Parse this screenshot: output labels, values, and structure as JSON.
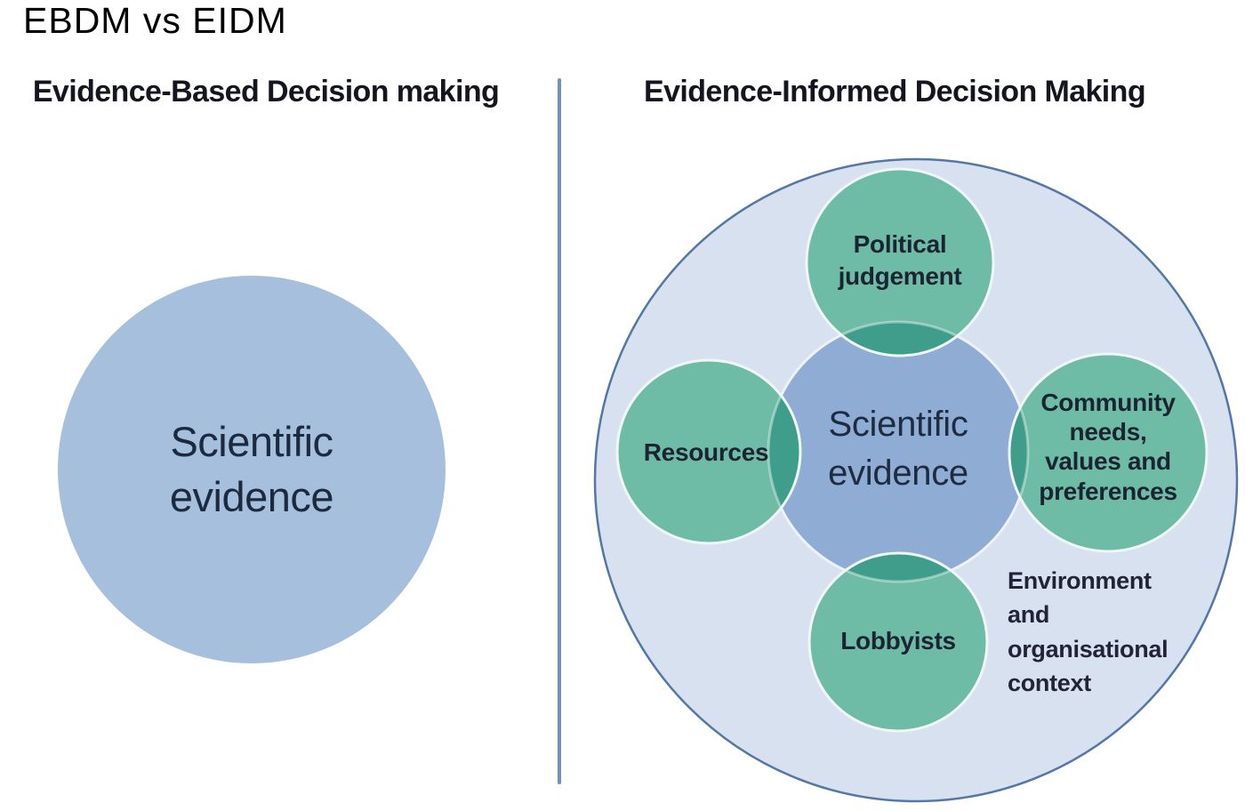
{
  "page": {
    "title": "EBDM vs EIDM"
  },
  "left_panel": {
    "header": "Evidence-Based Decision making",
    "circle": {
      "lines": [
        "Scientific",
        "evidence"
      ]
    }
  },
  "right_panel": {
    "header": "Evidence-Informed Decision Making",
    "center_circle": {
      "lines": [
        "Scientific",
        "evidence"
      ]
    },
    "satellites": [
      {
        "name": "political-judgement",
        "lines": [
          "Political",
          "judgement"
        ]
      },
      {
        "name": "resources",
        "lines": [
          "Resources"
        ]
      },
      {
        "name": "community-needs",
        "lines": [
          "Community",
          "needs,",
          "values and",
          "preferences"
        ]
      },
      {
        "name": "lobbyists",
        "lines": [
          "Lobbyists"
        ]
      }
    ],
    "outer_context": {
      "lines": [
        "Environment",
        "and",
        "organisational",
        "context"
      ]
    }
  },
  "colors": {
    "left_circle_fill": "#a6bfdd",
    "outer_fill": "#d7e1ef",
    "outer_stroke": "#5577a6",
    "center_fill": "#8fadd4",
    "green_fill": "#6fbca6",
    "overlap_fill": "#3f9e8b",
    "divider": "#7191bd"
  }
}
